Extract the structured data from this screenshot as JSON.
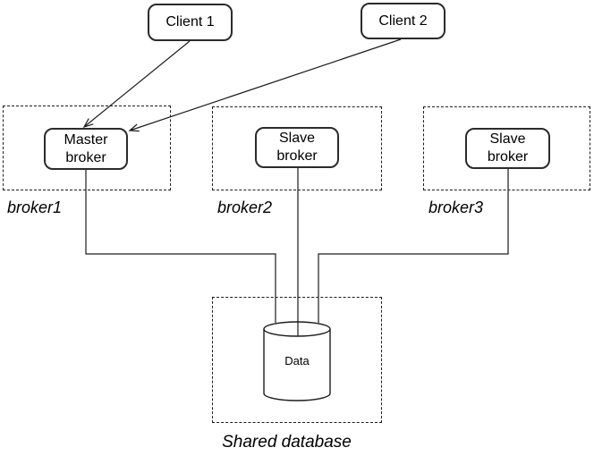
{
  "clients": [
    {
      "label": "Client 1"
    },
    {
      "label": "Client 2"
    }
  ],
  "broker_groups": [
    {
      "node_label": "Master\nbroker",
      "caption": "broker1"
    },
    {
      "node_label": "Slave\nbroker",
      "caption": "broker2"
    },
    {
      "node_label": "Slave\nbroker",
      "caption": "broker3"
    }
  ],
  "database": {
    "data_label": "Data",
    "caption": "Shared database"
  },
  "colors": {
    "line": "#1c1c1c",
    "node_border": "#2b2b2b",
    "background": "#ffffff",
    "text": "#000000"
  }
}
